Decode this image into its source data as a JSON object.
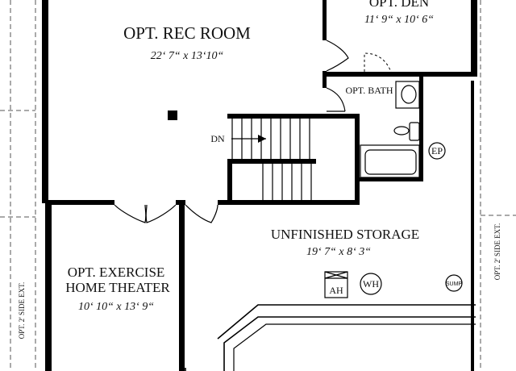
{
  "rooms": {
    "rec_room": {
      "name": "OPT. REC ROOM",
      "dims": "22‘ 7“  x  13‘10“"
    },
    "den": {
      "name": "OPT. DEN",
      "dims": "11‘ 9“  x  10‘ 6“"
    },
    "bath": {
      "name": "OPT. BATH"
    },
    "exercise": {
      "name_line1": "OPT. EXERCISE",
      "name_line2": "HOME THEATER",
      "dims": "10‘ 10“  x  13‘ 9“"
    },
    "storage": {
      "name": "UNFINISHED STORAGE",
      "dims": "19‘ 7“  x 8‘ 3“"
    }
  },
  "labels": {
    "stairs_down": "DN",
    "electrical_panel": "EP",
    "air_handler": "AH",
    "water_heater": "WH",
    "sump": "SUMP",
    "side_ext_left": "OPT. 2' SIDE EXT.",
    "side_ext_right": "OPT. 2' SIDE EXT."
  }
}
